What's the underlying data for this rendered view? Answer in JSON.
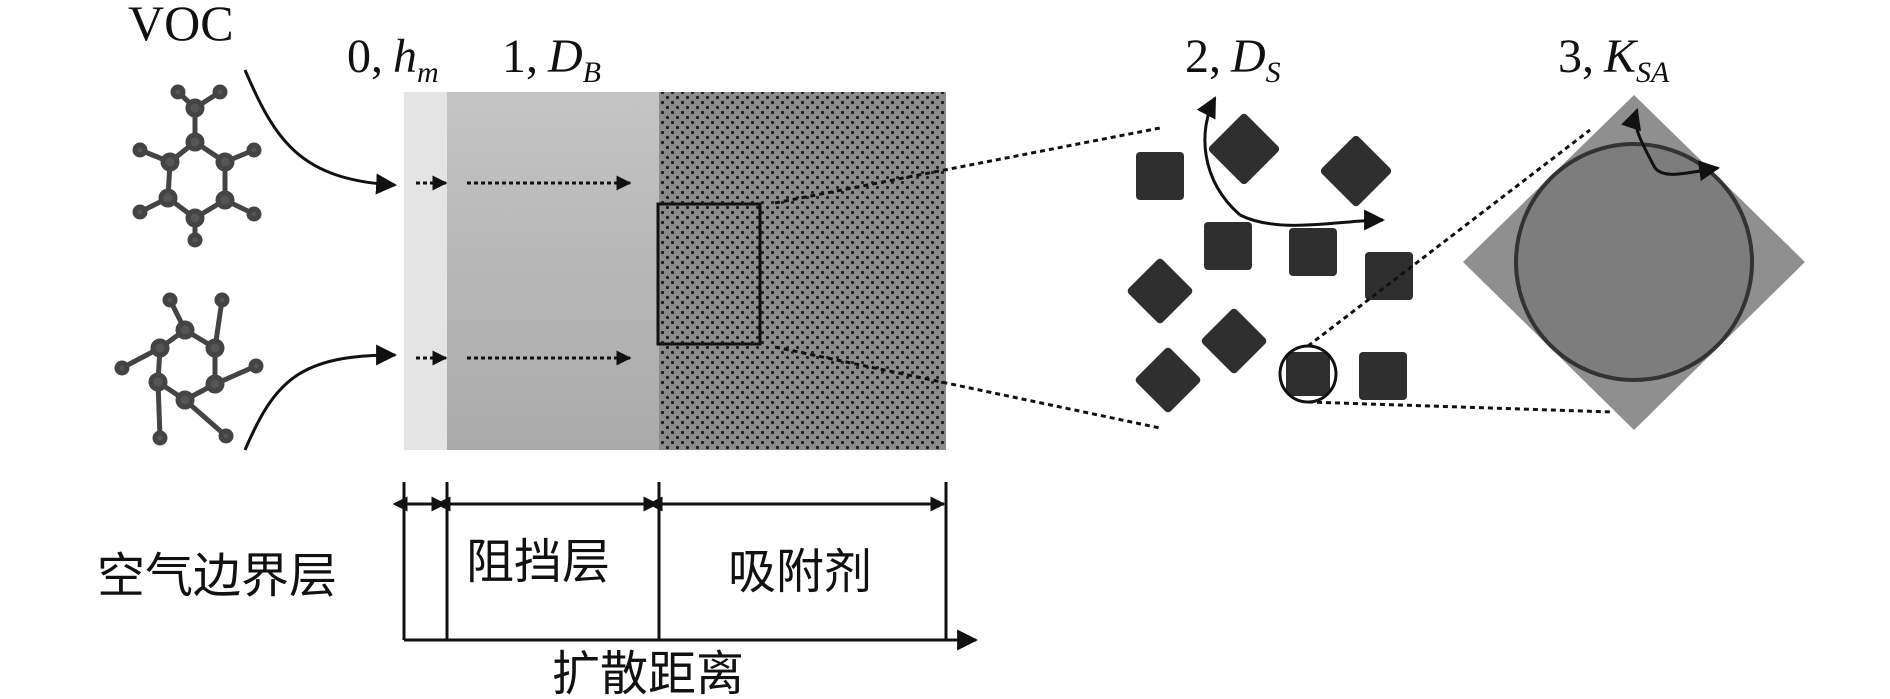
{
  "molecule_label": "VOC",
  "layers": {
    "layer0": {
      "number": "0,",
      "symbol": "h",
      "subscript": "m"
    },
    "layer1": {
      "number": "1,",
      "symbol": "D",
      "subscript": "B"
    },
    "layer2": {
      "number": "2,",
      "symbol": "D",
      "subscript": "S"
    },
    "layer3": {
      "number": "3,",
      "symbol": "K",
      "subscript": "SA"
    }
  },
  "axis": {
    "air_boundary_layer": "空气边界层",
    "barrier_layer": "阻挡层",
    "adsorbent": "吸附剂",
    "diffusion_distance": "扩散距离"
  },
  "colors": {
    "air_layer": "#e6e6e6",
    "barrier_layer": "#bdbdbd",
    "adsorbent": "#8c8c8c",
    "particle": "#2f2f2f",
    "zoom_diamond": "#8f8f8f",
    "zoom_circle": "#7d7d7d"
  }
}
